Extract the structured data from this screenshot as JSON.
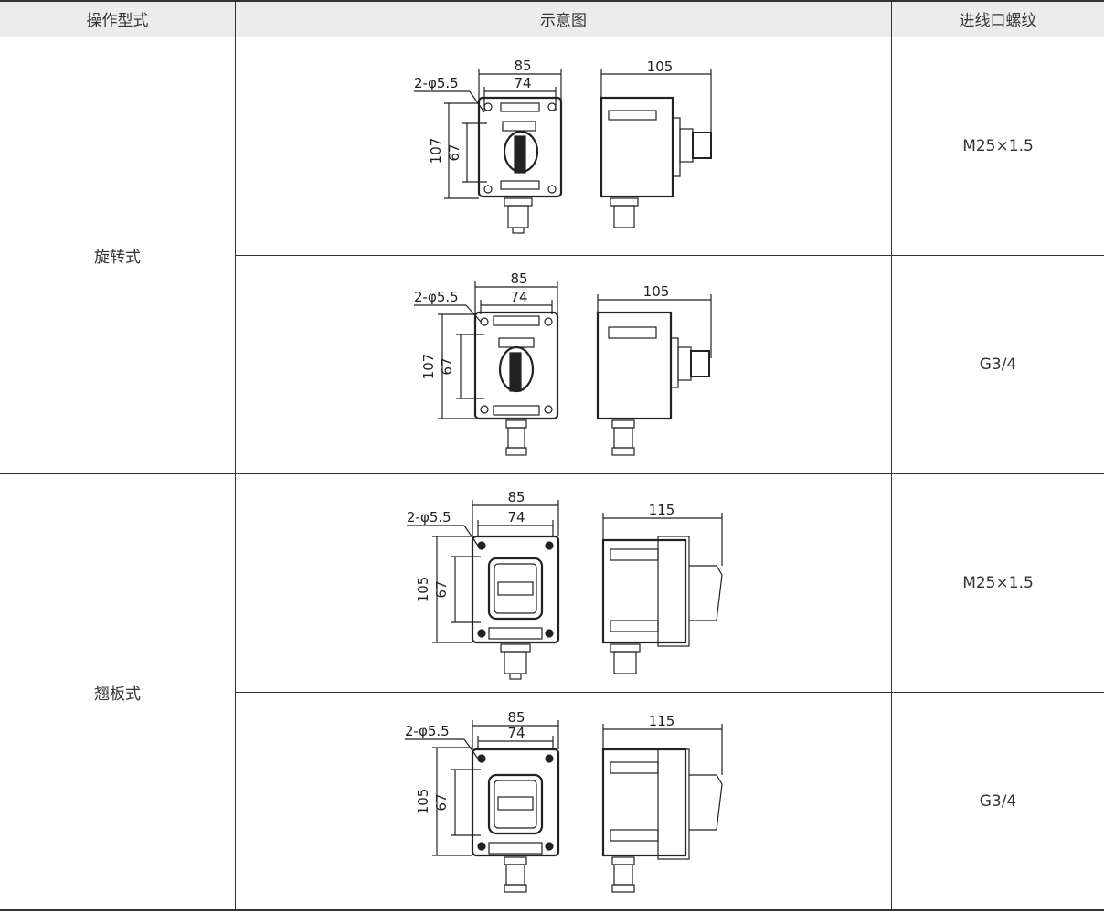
{
  "header": {
    "col_operation": "操作型式",
    "col_diagram": "示意图",
    "col_thread": "进线口螺纹"
  },
  "groups": [
    {
      "operation": "旋转式"
    },
    {
      "operation": "翘板式"
    }
  ],
  "rows": [
    {
      "thread": "M25×1.5",
      "dims": {
        "hole": "2-φ5.5",
        "w_outer": "85",
        "w_inner": "74",
        "h_outer": "107",
        "h_inner": "67",
        "depth": "105"
      }
    },
    {
      "thread": "G3/4",
      "dims": {
        "hole": "2-φ5.5",
        "w_outer": "85",
        "w_inner": "74",
        "h_outer": "107",
        "h_inner": "67",
        "depth": "105"
      }
    },
    {
      "thread": "M25×1.5",
      "dims": {
        "hole": "2-φ5.5",
        "w_outer": "85",
        "w_inner": "74",
        "h_outer": "105",
        "h_inner": "67",
        "depth": "115"
      }
    },
    {
      "thread": "G3/4",
      "dims": {
        "hole": "2-φ5.5",
        "w_outer": "85",
        "w_inner": "74",
        "h_outer": "105",
        "h_inner": "67",
        "depth": "115"
      }
    }
  ]
}
